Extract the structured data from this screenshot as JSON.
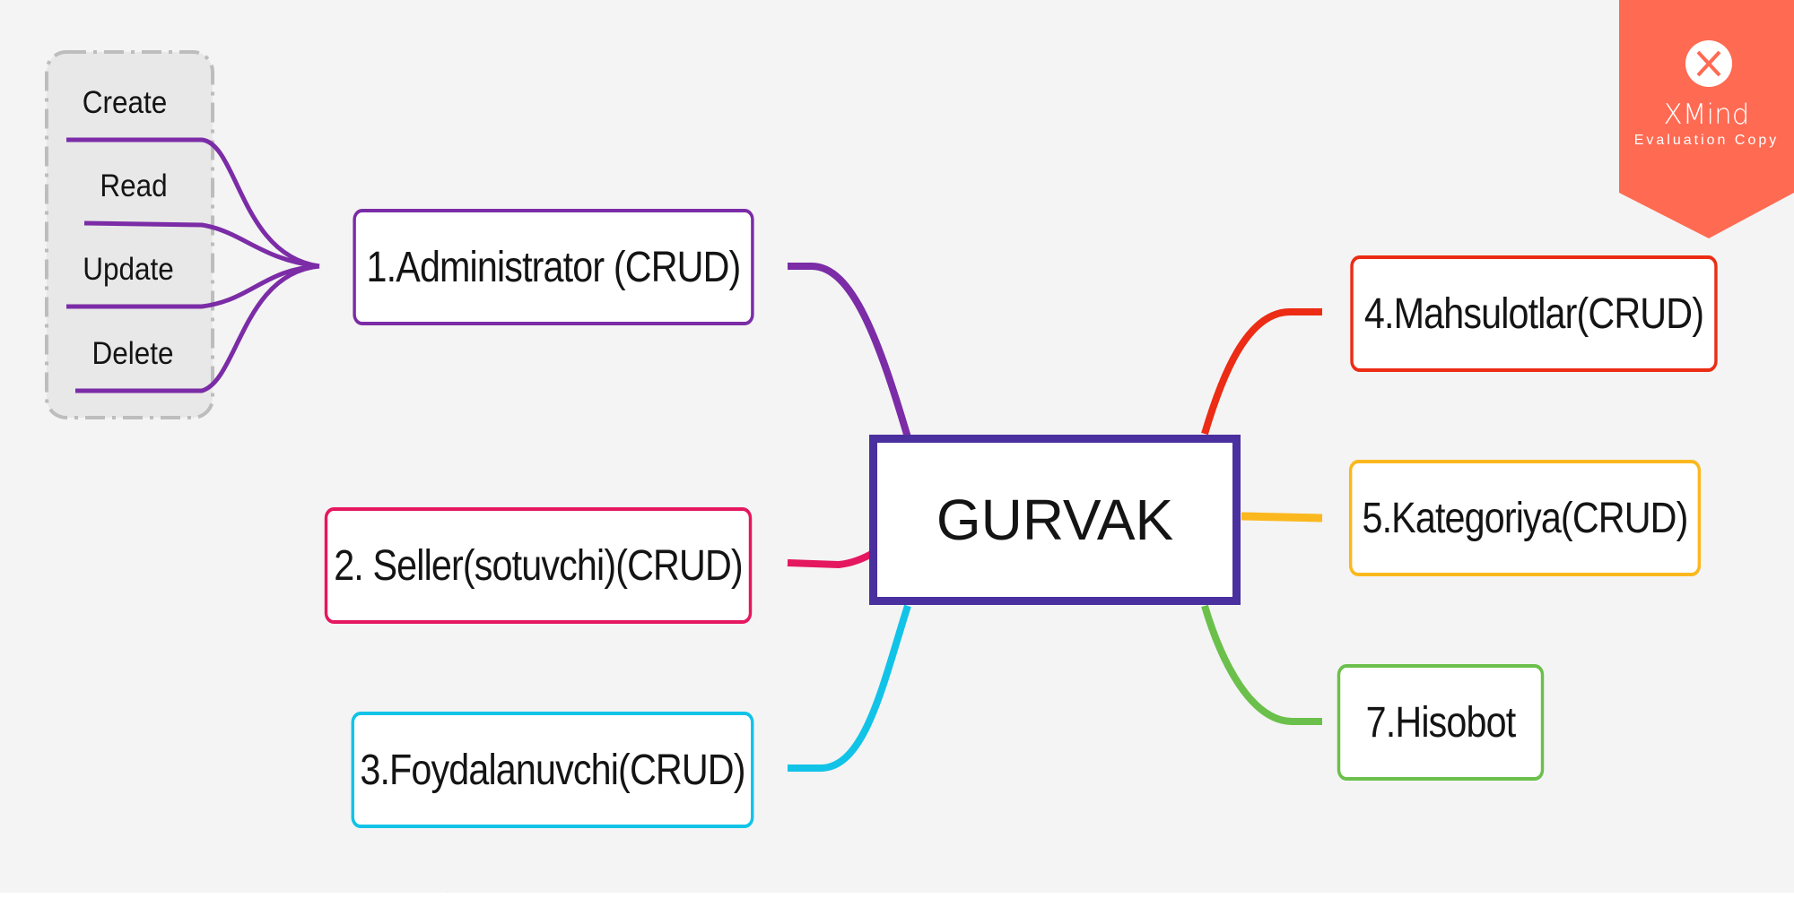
{
  "central_topic": {
    "label": "GURVAK",
    "color": "#4a2f9e"
  },
  "branches": [
    {
      "id": "administrator",
      "label": "1.Administrator (CRUD)",
      "color": "#7b2ca6"
    },
    {
      "id": "seller",
      "label": "2. Seller(sotuvchi)(CRUD)",
      "color": "#e5175f"
    },
    {
      "id": "foydalanuvchi",
      "label": "3.Foydalanuvchi(CRUD)",
      "color": "#12c3e8"
    },
    {
      "id": "mahsulotlar",
      "label": "4.Mahsulotlar(CRUD)",
      "color": "#ec2c14"
    },
    {
      "id": "kategoriya",
      "label": "5.Kategoriya(CRUD)",
      "color": "#fbb81e"
    },
    {
      "id": "hisobot",
      "label": "7.Hisobot",
      "color": "#6bc04b"
    }
  ],
  "subtopics": {
    "parent": "administrator",
    "items": [
      "Create",
      "Read",
      "Update",
      "Delete"
    ]
  },
  "watermark": {
    "brand": "XMind",
    "subtitle": "Evaluation Copy",
    "color": "#ff6a52",
    "icon": "xmind-x-icon"
  }
}
